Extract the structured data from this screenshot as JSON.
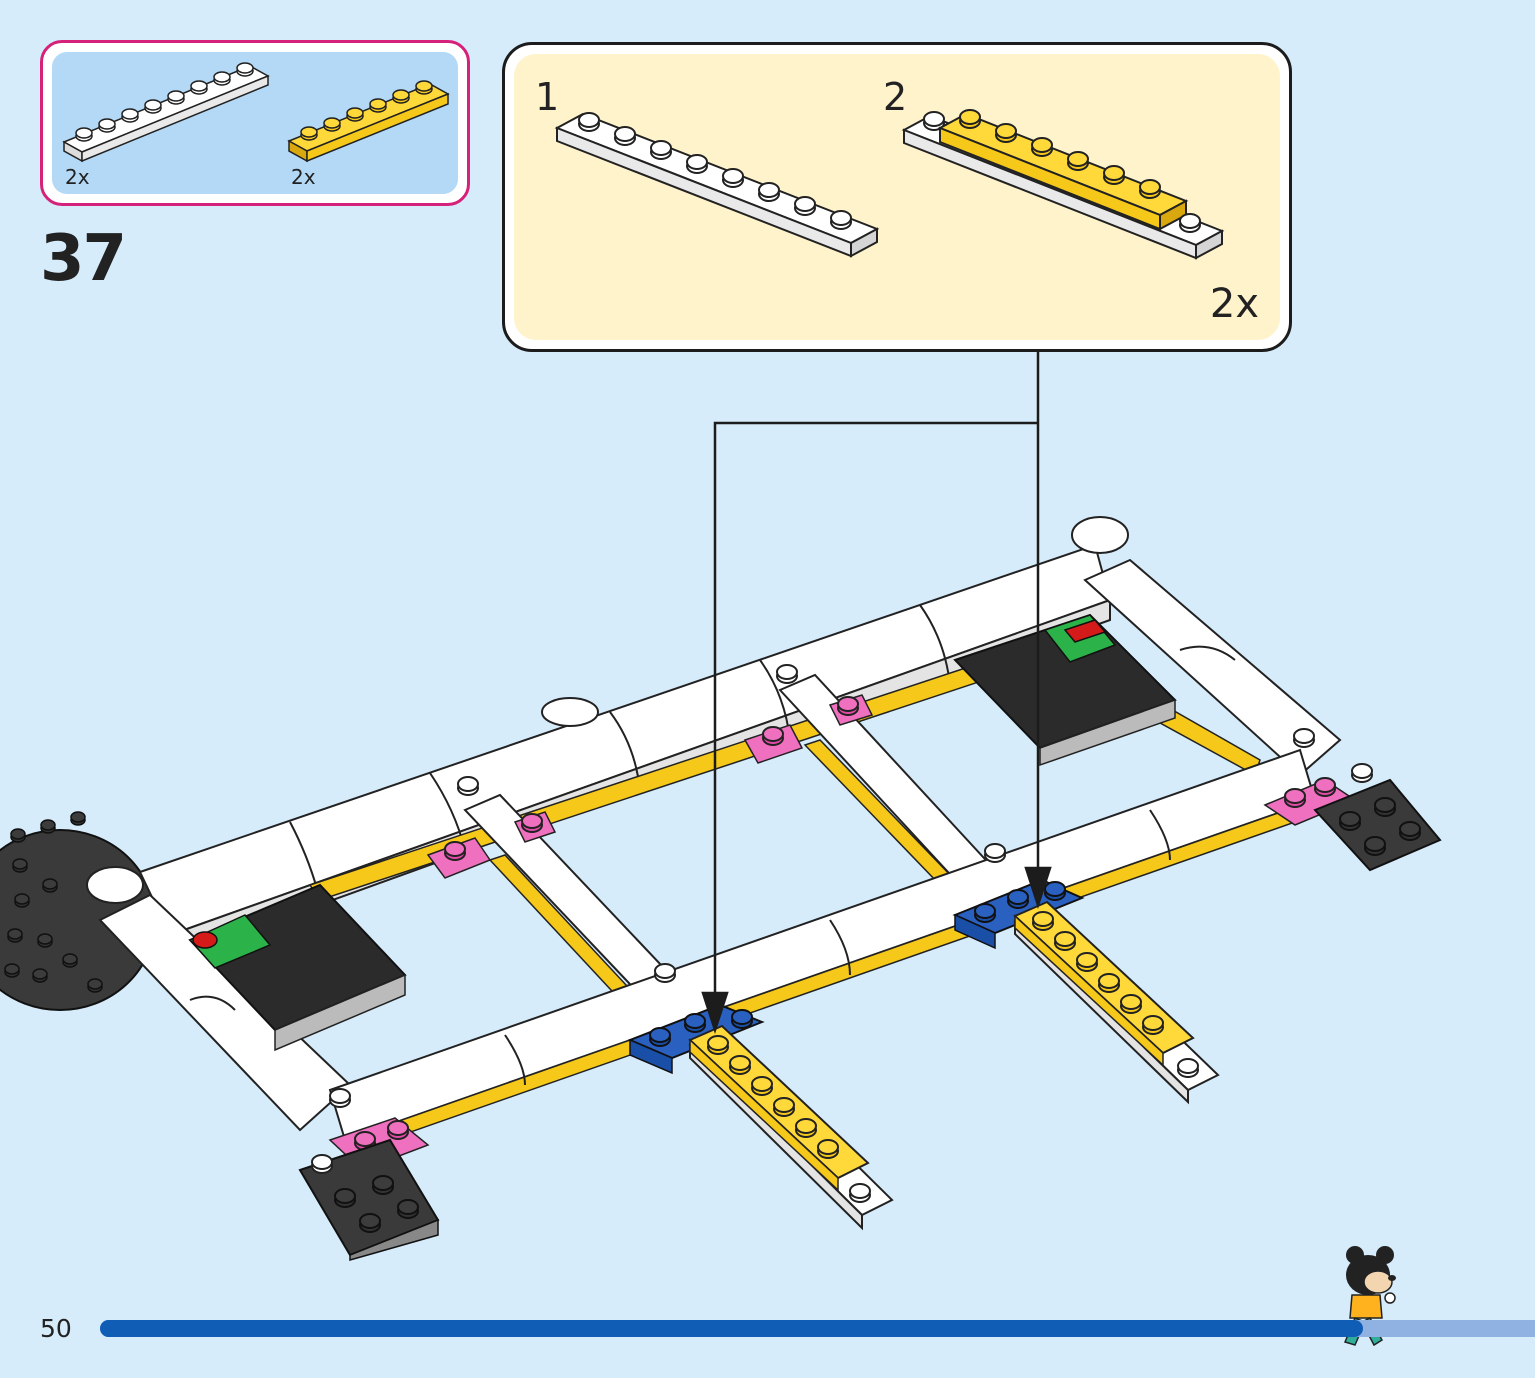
{
  "parts_list": {
    "items": [
      {
        "count": "2x",
        "icon": "white-plate-1x8-icon",
        "color": "#f2f2f2"
      },
      {
        "count": "2x",
        "icon": "yellow-plate-1x6-icon",
        "color": "#f5c81a"
      }
    ]
  },
  "step": {
    "number": "37"
  },
  "callout": {
    "substeps": [
      "1",
      "2"
    ],
    "multiplier": "2x"
  },
  "footer": {
    "page_number": "50",
    "progress": 0.88
  },
  "colors": {
    "background": "#d6ecfb",
    "parts_border": "#d6217a",
    "callout_fill": "#fff3cc",
    "progress_fill": "#0f5db4",
    "progress_track": "#8fb2e2"
  }
}
